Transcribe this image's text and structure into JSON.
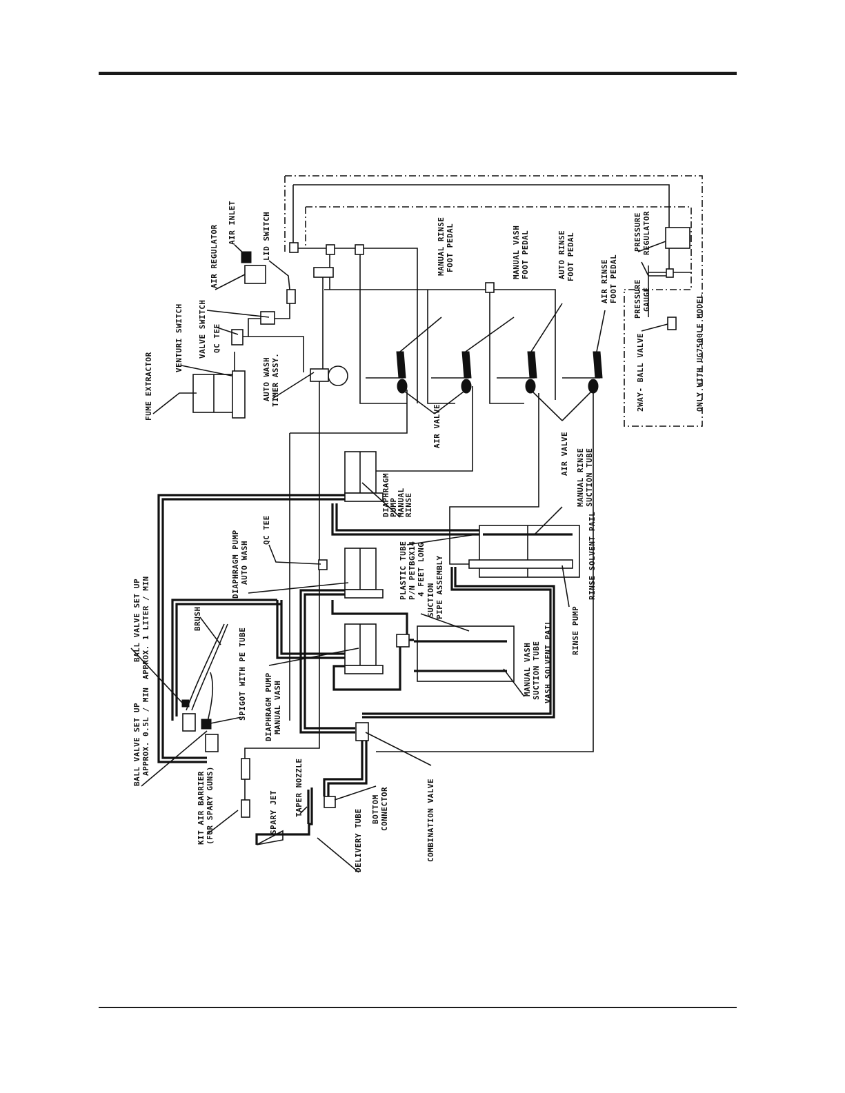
{
  "labels": {
    "fume_extractor": "FUME EXTRACTOR",
    "venturi_switch": "VENTURI SWITCH",
    "valve_switch": "VALVE SWITCH",
    "qc_tee_top": "QC TEE",
    "air_regulator": "AIR REGULATOR",
    "air_inlet": "AIR INLET",
    "lid_switch": "LID SWITCH",
    "auto_wash_timer_1": "AUTO WASH",
    "auto_wash_timer_2": "TIMER ASSY.",
    "manual_rinse_pedal_1": "MANUAL RINSE",
    "manual_rinse_pedal_2": "FOOT PEDAL",
    "manual_vash_pedal_1": "MANUAL VASH",
    "manual_vash_pedal_2": "FOOT PEDAL",
    "auto_rinse_pedal_1": "AUTO RINSE",
    "auto_rinse_pedal_2": "FOOT PEDAL",
    "air_rinse_pedal_1": "AIR RINSE",
    "air_rinse_pedal_2": "FOOT PEDAL",
    "pressure_regulator_1": "PRESSURE",
    "pressure_regulator_2": "REGULATOR",
    "pressure_gauge_1": "PRESSURE",
    "pressure_gauge_2": "GAUGE",
    "two_way_ball_valve": "2WAY- BALL VALVE",
    "only_with_model": "ONLY WITH UG7500LE MODEL",
    "air_valve_top": "AIR VALVE",
    "air_valve_bottom": "AIR VALVE",
    "diaphragm_manual_rinse_1": "DIAPHRAGM",
    "diaphragm_manual_rinse_2": "PUMP",
    "diaphragm_manual_rinse_3": "MANUAL",
    "diaphragm_manual_rinse_4": "RINSE",
    "manual_rinse_suction_1": "MANUAL RINSE",
    "manual_rinse_suction_2": "SUCTION TUBE",
    "rinse_solvent_pail": "RINSE SOLVENT PAIL",
    "qc_tee_mid": "QC TEE",
    "diaphragm_auto_wash_1": "DIAPHRAGM PUMP",
    "diaphragm_auto_wash_2": "AUTO WASH",
    "plastic_tube_1": "PLASTIC TUBE",
    "plastic_tube_2": "P/N PETBGX14",
    "plastic_tube_3": "4 FEET LONG",
    "suction_pipe_1": "SUCTION",
    "suction_pipe_2": "PIPE ASSEMBLY",
    "rinse_pump": "RINSE PUMP",
    "ball_valve_1l_1": "BALL VALVE SET UP",
    "ball_valve_1l_2": "APPROX. 1 LITER / MIN",
    "brush": "BRUSH",
    "spigot_pe_tube": "SPIGOT WITH PE TUBE",
    "ball_valve_05l_1": "BALL VALVE SET UP",
    "ball_valve_05l_2": "APPROX. 0.5L / MIN",
    "diaphragm_manual_vash_1": "DIAPHRAGM PUMP",
    "diaphragm_manual_vash_2": "MANUAL VASH",
    "manual_vash_suction_1": "MANUAL VASH",
    "manual_vash_suction_2": "SUCTION TUBE",
    "vash_solvent_pail": "VASH SOLVENT PAIL",
    "kit_air_barrier_1": "KIT AIR BARRIER",
    "kit_air_barrier_2": "(FOR SPARY GUNS)",
    "spary_jet": "SPARY JET",
    "taper_nozzle": "TAPER NOZZLE",
    "delivery_tube": "DELIVERY TUBE",
    "bottom_connector_1": "BOTTOM",
    "bottom_connector_2": "CONNECTOR",
    "combination_valve": "COMBINATION VALVE"
  }
}
